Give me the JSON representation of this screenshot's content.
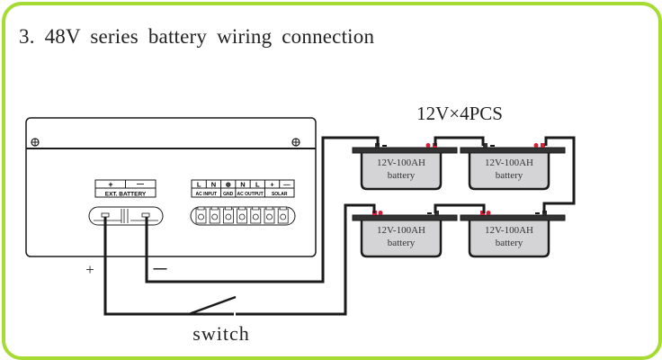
{
  "title": "3.  48V  series  battery  wiring  connection",
  "inverter": {
    "ext_battery_label": "EXT. BATTERY",
    "ext_battery_pos": "+",
    "ext_battery_neg": "—",
    "terminal_top_labels": [
      "L",
      "N",
      "⊕",
      "N",
      "L",
      "+",
      "—"
    ],
    "terminal_group_labels": [
      "AC INPUT",
      "GND",
      "AC OUTPUT",
      "SOLAR"
    ]
  },
  "battery_bank_label": "12V×4PCS",
  "batteries": [
    {
      "rating": "12V-100AH",
      "name": "battery"
    },
    {
      "rating": "12V-100AH",
      "name": "battery"
    },
    {
      "rating": "12V-100AH",
      "name": "battery"
    },
    {
      "rating": "12V-100AH",
      "name": "battery"
    }
  ],
  "wire_labels": {
    "positive": "+",
    "negative": "—"
  },
  "switch_label": "switch",
  "colors": {
    "frame": "#a6dc32",
    "positive_terminal": "#d0203a",
    "battery_fill": "#d4d4d6",
    "wire": "#1a1a1a"
  }
}
